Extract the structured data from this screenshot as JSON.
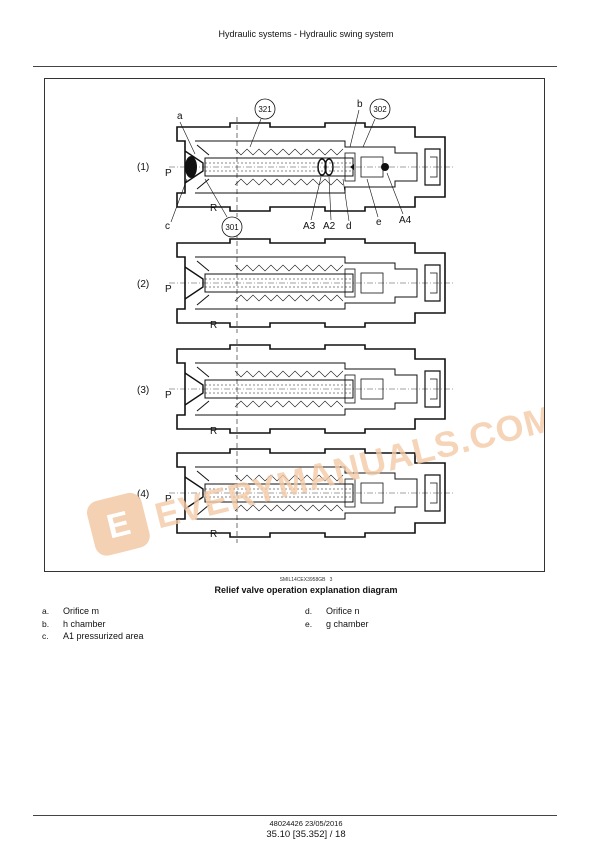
{
  "header": {
    "title": "Hydraulic systems - Hydraulic swing system"
  },
  "figure": {
    "callouts": [
      "321",
      "302",
      "301"
    ],
    "letters": [
      "a",
      "b",
      "c",
      "d",
      "e"
    ],
    "areas": [
      "A3",
      "A2",
      "A4"
    ],
    "ports": {
      "p": "P",
      "r": "R"
    },
    "steps": [
      "(1)",
      "(2)",
      "(3)",
      "(4)"
    ],
    "figure_id": "SMIL14CEX3958GB",
    "figure_number": "3",
    "caption": "Relief valve operation explanation diagram"
  },
  "legend": {
    "left": [
      {
        "key": "a.",
        "text": "Orifice m"
      },
      {
        "key": "b.",
        "text": "h chamber"
      },
      {
        "key": "c.",
        "text": "A1 pressurized area"
      }
    ],
    "right": [
      {
        "key": "d.",
        "text": "Orifice n"
      },
      {
        "key": "e.",
        "text": "g chamber"
      }
    ]
  },
  "watermark": {
    "text": "EVERYMANUALS.COM",
    "logo_letter": "E",
    "color": "#f2c9a6"
  },
  "footer": {
    "doc": "48024426 23/05/2016",
    "page": "35.10 [35.352] / 18"
  }
}
